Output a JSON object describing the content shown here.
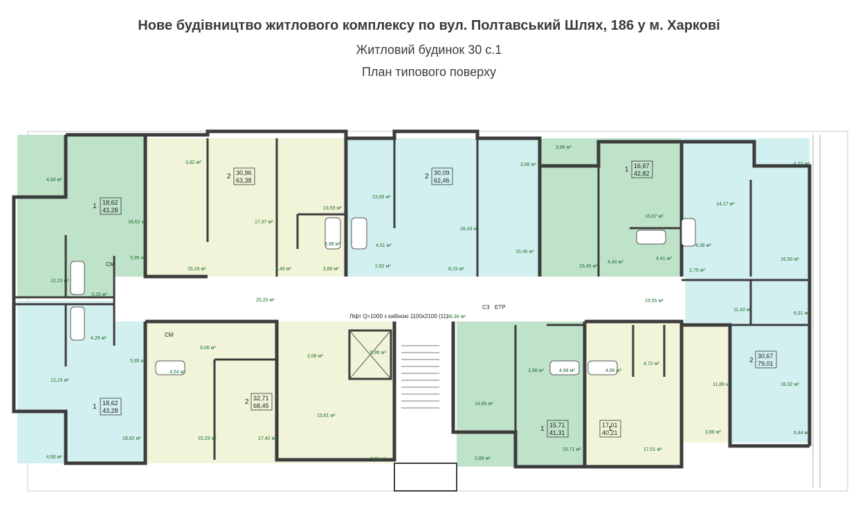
{
  "header": {
    "title": "Нове будівництво житлового комплексу по вул. Полтавський Шлях, 186 у м. Харкові",
    "subtitle": "Житловий будинок 30 с.1",
    "subtitle2": "План типового поверху"
  },
  "colors": {
    "green": "#bfe3c9",
    "aqua": "#d3f0f0",
    "yellow": "#f1f4d8",
    "corridor": "#ffffff",
    "wall": "#3c3c3c"
  },
  "apartments": [
    {
      "rooms": "1",
      "living": "18,62",
      "total": "43,28"
    },
    {
      "rooms": "2",
      "living": "30,96",
      "total": "63,38"
    },
    {
      "rooms": "2",
      "living": "30,09",
      "total": "62,46"
    },
    {
      "rooms": "1",
      "living": "16,67",
      "total": "42,82"
    },
    {
      "rooms": "1",
      "living": "18,62",
      "total": "43,28"
    },
    {
      "rooms": "2",
      "living": "32,71",
      "total": "68,45"
    },
    {
      "rooms": "1",
      "living": "15,71",
      "total": "41,31"
    },
    {
      "rooms": "1",
      "living": "17,01",
      "total": "40,21"
    },
    {
      "rooms": "2",
      "living": "30,67",
      "total": "79,01"
    }
  ],
  "areas": {
    "a01": "4,60 м²",
    "a02": "18,62 м²",
    "a03": "5,95 м²",
    "a04": "12,15 м²",
    "a05": "3,26 м²",
    "a06": "3,82 м²",
    "a07": "17,37 м²",
    "a08": "15,24 м²",
    "a09": "8,49 м²",
    "a10": "13,59 м²",
    "a11": "3,98 м²",
    "a12": "2,80 м²",
    "a13": "13,66 м²",
    "a14": "4,01 м²",
    "a15": "2,82 м²",
    "a16": "3,88 м²",
    "a17": "16,43 м²",
    "a18": "8,15 м²",
    "a19": "15,40 м²",
    "a20": "3,88 м²",
    "a21": "15,40 м²",
    "a22": "16,67 м²",
    "a23": "4,40 м²",
    "a24": "4,41 м²",
    "a25": "4,38 м²",
    "a26": "14,17 м²",
    "a27": "4,27 м²",
    "a28": "16,50 м²",
    "a29": "2,75 м²",
    "a30": "20,20 м²",
    "a31": "36,36 м²",
    "a32": "15,55 м²",
    "a33": "11,42 м²",
    "a34": "6,31 м²",
    "a35": "4,26 м²",
    "a36": "5,95 м²",
    "a37": "12,15 м²",
    "a38": "18,62 м²",
    "a39": "4,60 м²",
    "a40": "9,06 м²",
    "a41": "4,54 м²",
    "a42": "2,08 м²",
    "a43": "5,96 м²",
    "a44": "15,29 м²",
    "a45": "17,42 м²",
    "a46": "15,61 м²",
    "a47": "7,95 м²",
    "a48": "3,98 м²",
    "a49": "14,65 м²",
    "a50": "3,88 м²",
    "a51": "15,71 м²",
    "a52": "4,68 м²",
    "a53": "4,66 м²",
    "a54": "4,72 м²",
    "a55": "17,01 м²",
    "a56": "11,86 м²",
    "a57": "18,32 м²",
    "a58": "3,88 м²",
    "a59": "6,44 м²"
  },
  "labels": {
    "lift": "Ліфт Q=1000 з кабіною 1100х2100  (11)",
    "cs": "СЗ",
    "etp": "ЕТР",
    "cm1": "СМ",
    "cm2": "СМ"
  }
}
